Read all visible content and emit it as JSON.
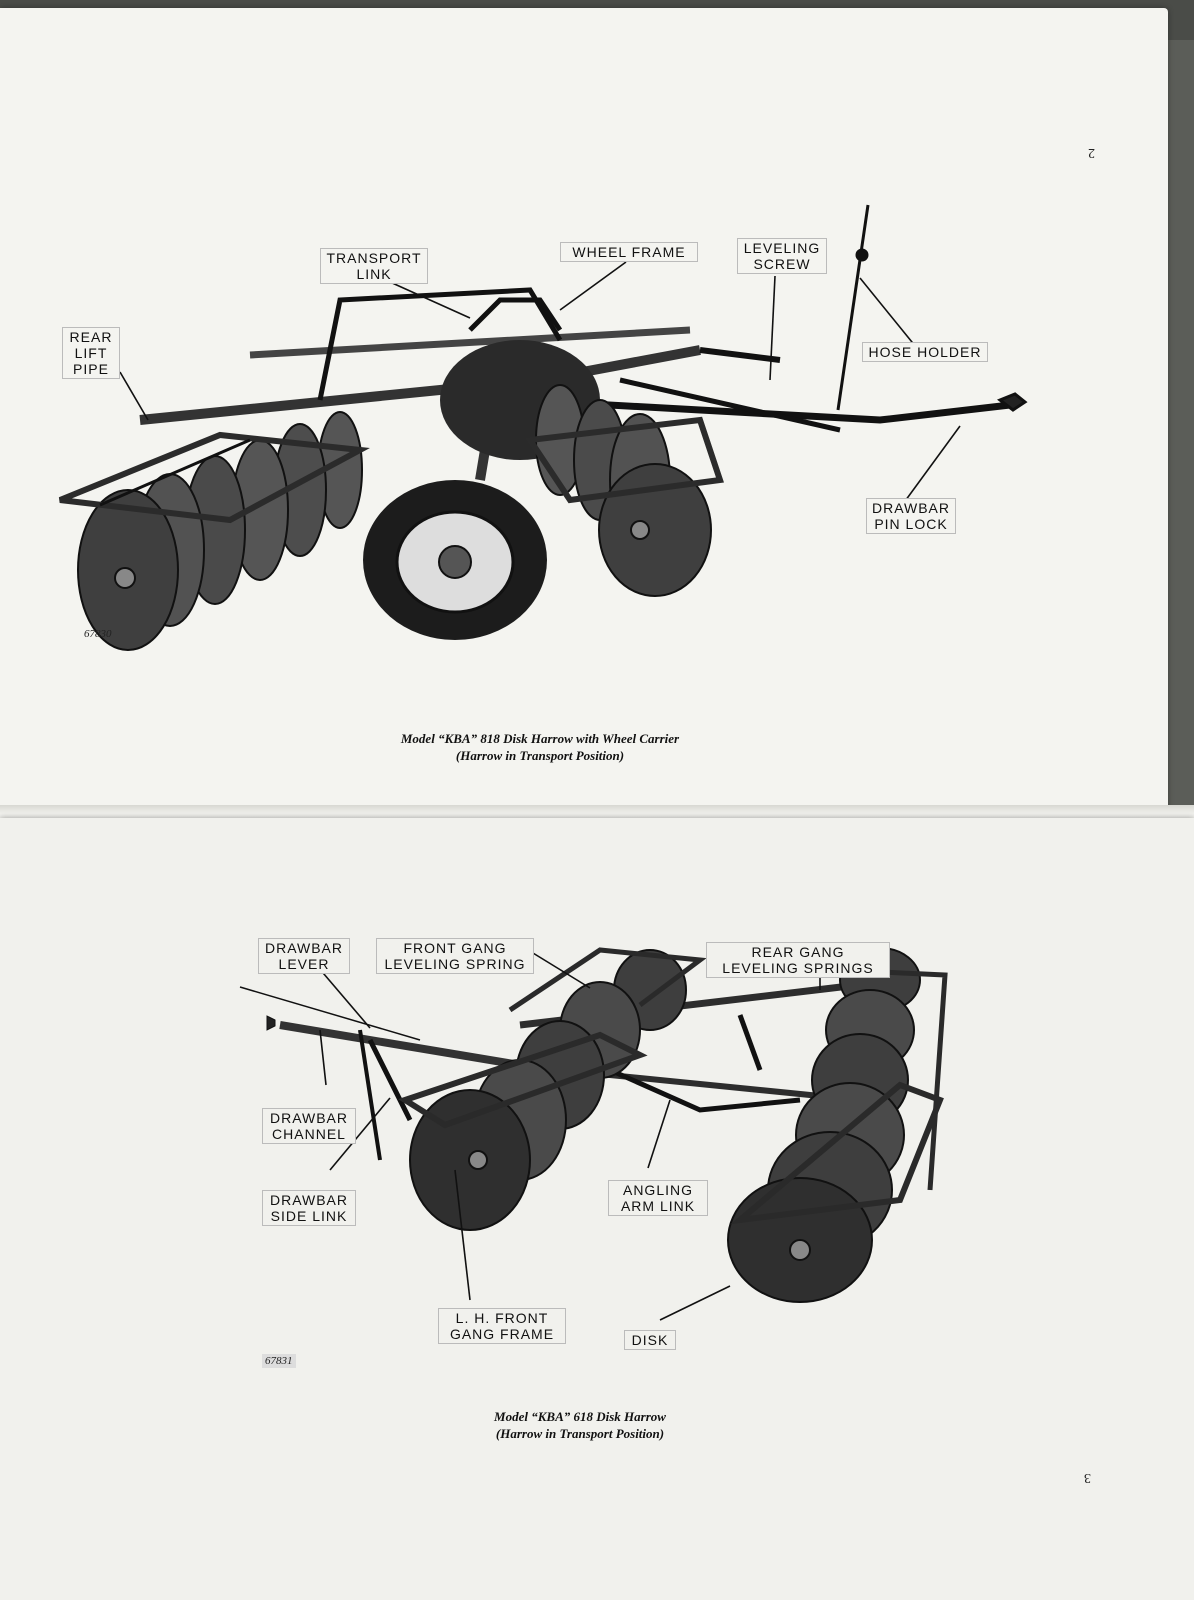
{
  "pages": {
    "top": {
      "page_number": "2",
      "labels": {
        "rear_lift_pipe": "REAR\nLIFT\nPIPE",
        "transport_link": "TRANSPORT\nLINK",
        "wheel_frame": "WHEEL FRAME",
        "leveling_screw": "LEVELING\nSCREW",
        "hose_holder": "HOSE HOLDER",
        "drawbar_pin_lock": "DRAWBAR\nPIN LOCK"
      },
      "figure_number": "67830",
      "caption_line1": "Model “KBA” 818 Disk Harrow with Wheel Carrier",
      "caption_line2": "(Harrow in Transport Position)"
    },
    "bottom": {
      "page_number": "3",
      "labels": {
        "drawbar_lever": "DRAWBAR\nLEVER",
        "front_gang_leveling_spring": "FRONT GANG\nLEVELING SPRING",
        "rear_gang_leveling_springs": "REAR GANG\nLEVELING SPRINGS",
        "drawbar_channel": "DRAWBAR\nCHANNEL",
        "drawbar_side_link": "DRAWBAR\nSIDE LINK",
        "angling_arm_link": "ANGLING\nARM LINK",
        "lh_front_gang_frame": "L. H. FRONT\nGANG FRAME",
        "disk": "DISK"
      },
      "figure_number": "67831",
      "caption_line1": "Model “KBA” 618 Disk Harrow",
      "caption_line2": "(Harrow in Transport Position)"
    }
  },
  "colors": {
    "paper": "#f4f4f0",
    "ink": "#111111",
    "desk": "#5b5d58"
  }
}
